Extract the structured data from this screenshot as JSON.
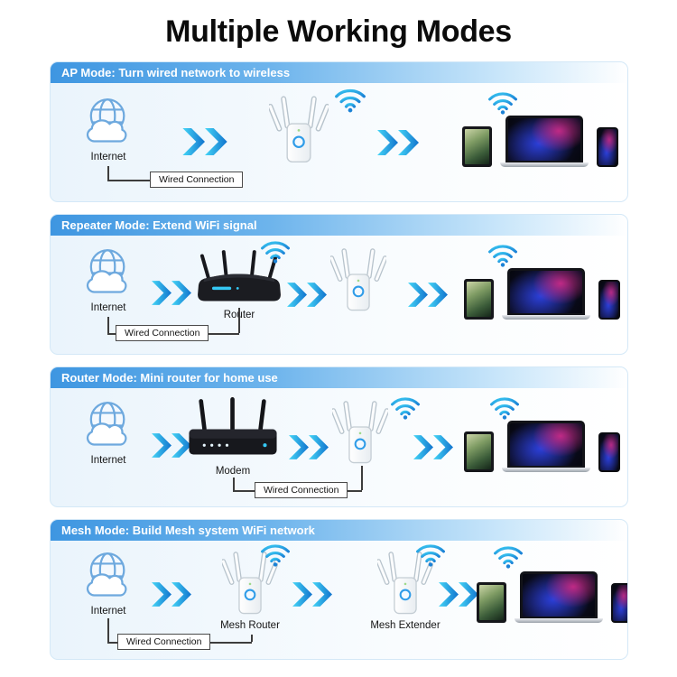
{
  "title": "Multiple Working Modes",
  "sections": [
    {
      "header": "AP Mode: Turn wired network to wireless",
      "internet_label": "Internet",
      "wired_label": "Wired Connection"
    },
    {
      "header": "Repeater Mode: Extend WiFi signal",
      "internet_label": "Internet",
      "device_label": "Router",
      "wired_label": "Wired Connection"
    },
    {
      "header": "Router Mode: Mini router for home use",
      "internet_label": "Internet",
      "device_label": "Modem",
      "wired_label": "Wired Connection"
    },
    {
      "header": "Mesh Mode: Build Mesh system WiFi network",
      "internet_label": "Internet",
      "device_label": "Mesh Router",
      "device2_label": "Mesh Extender",
      "wired_label": "Wired Connection"
    }
  ],
  "icons": {
    "internet": "globe-cloud-icon",
    "arrows": "double-chevron-right-icon",
    "wifi": "wifi-signal-icon"
  },
  "colors": {
    "header_blue": "#3e96e1",
    "arrow_cyan": "#45d6f7",
    "arrow_blue": "#1173cd",
    "panel_tint": "#eaf4fc",
    "wifi_blue": "#1b82d6"
  }
}
